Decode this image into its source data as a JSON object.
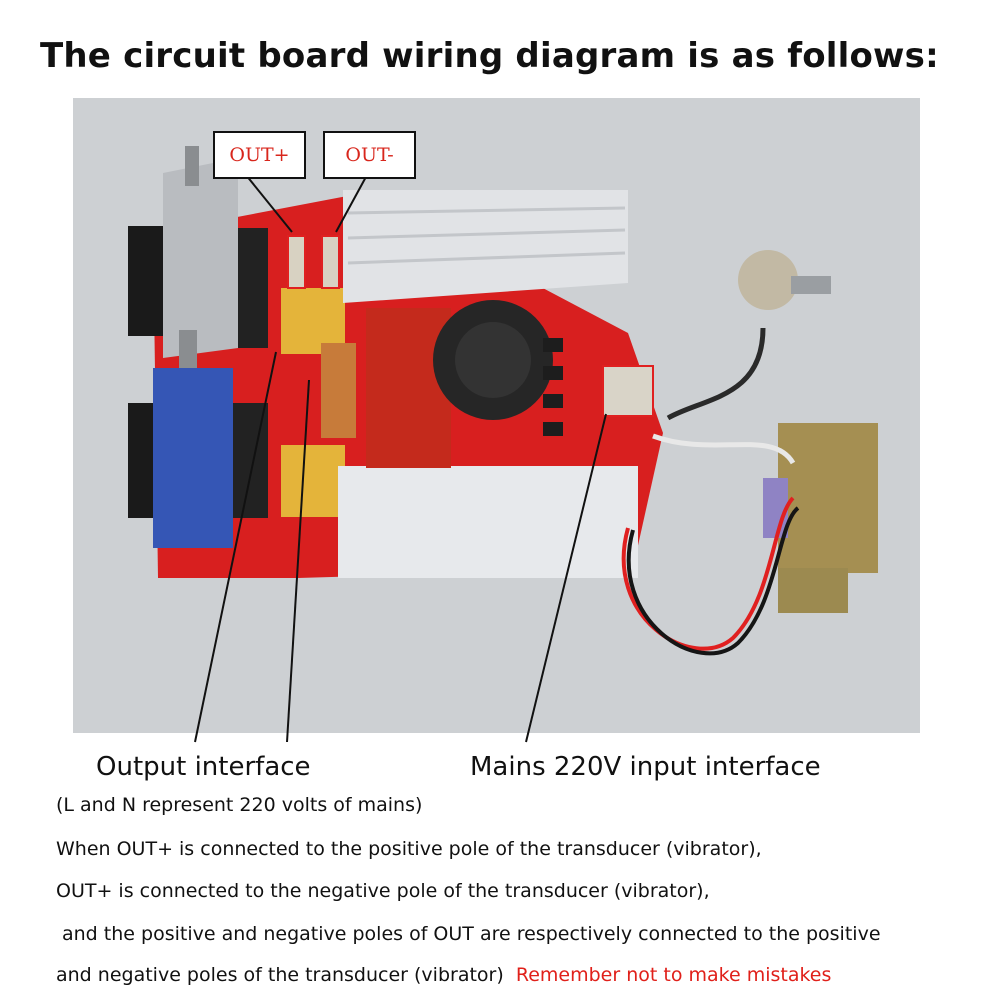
{
  "title": "The circuit board wiring diagram is as follows:",
  "callouts": {
    "out_plus": "OUT+",
    "out_minus": "OUT-"
  },
  "captions": {
    "output_interface": "Output interface",
    "mains_interface": "Mains 220V input interface"
  },
  "notes": [
    "(L and N represent 220 volts of mains)",
    "When OUT+ is connected to the positive pole of the transducer (vibrator),",
    "OUT+ is connected to the negative pole of the transducer (vibrator),",
    "and the positive and negative poles of OUT are respectively connected to the positive",
    "and negative poles of the transducer (vibrator)"
  ],
  "warning": "Remember not to make mistakes",
  "colors": {
    "callout_text": "#d8261c",
    "warning_text": "#e0201a",
    "pcb": "#d81f1f",
    "highlight_box": "#e02020"
  }
}
